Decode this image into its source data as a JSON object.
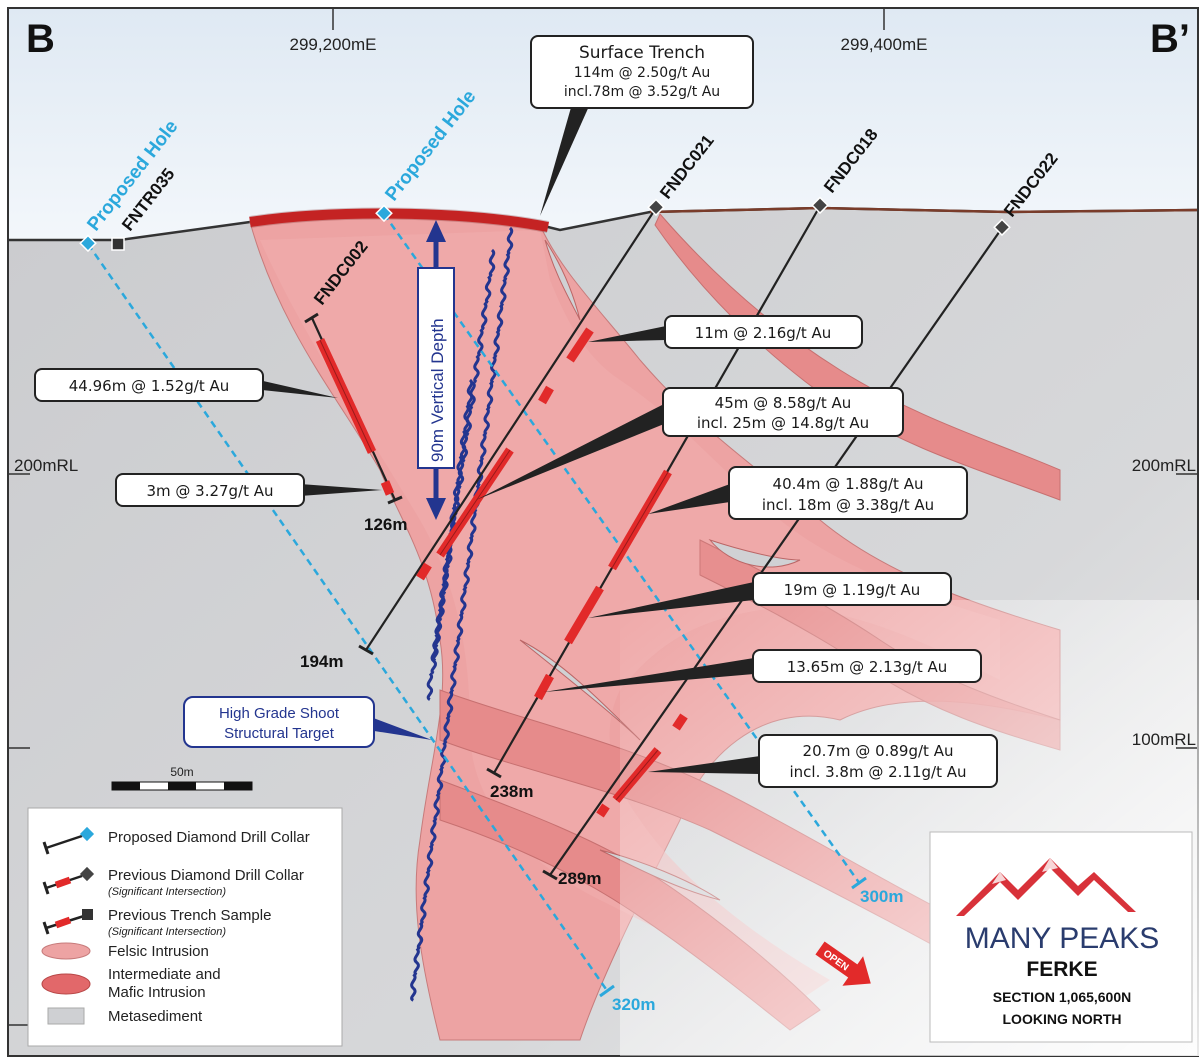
{
  "section": {
    "left_label": "B",
    "right_label": "B’"
  },
  "eastings": [
    "299,200mE",
    "299,400mE"
  ],
  "levels": {
    "rl200_left": "200mRL",
    "rl200_right": "200mRL",
    "rl100_right": "100mRL"
  },
  "surface_trench": {
    "title": "Surface Trench",
    "line1": "114m @ 2.50g/t Au",
    "line2": "incl.78m @ 3.52g/t Au"
  },
  "holes": {
    "proposed1": "Proposed Hole",
    "proposed2": "Proposed Hole",
    "fntr035": "FNTR035",
    "fndc002": "FNDC002",
    "fndc021": "FNDC021",
    "fndc018": "FNDC018",
    "fndc022": "FNDC022"
  },
  "depths": {
    "d126": "126m",
    "d194": "194m",
    "d238": "238m",
    "d289": "289m",
    "d300": "300m",
    "d320": "320m"
  },
  "vertical_depth": "90m Vertical Depth",
  "intercepts": {
    "i1": "44.96m @ 1.52g/t Au",
    "i2": "3m @ 3.27g/t Au",
    "i3": "11m @ 2.16g/t Au",
    "i4a": "45m @ 8.58g/t Au",
    "i4b": "incl. 25m @ 14.8g/t Au",
    "i5a": "40.4m @ 1.88g/t Au",
    "i5b": "incl. 18m @ 3.38g/t Au",
    "i6": "19m @ 1.19g/t Au",
    "i7": "13.65m @ 2.13g/t Au",
    "i8a": "20.7m @ 0.89g/t Au",
    "i8b": "incl. 3.8m @ 2.11g/t Au"
  },
  "target": {
    "line1": "High Grade Shoot",
    "line2": "Structural Target"
  },
  "scale_bar": "50m",
  "open_label": "OPEN",
  "legend": {
    "proposed_collar": "Proposed Diamond Drill Collar",
    "previous_collar": "Previous Diamond Drill Collar",
    "previous_collar_sub": "(Significant Intersection)",
    "trench_sample": "Previous Trench Sample",
    "trench_sample_sub": "(Significant Intersection)",
    "felsic": "Felsic Intrusion",
    "mafic1": "Intermediate and",
    "mafic2": "Mafic Intrusion",
    "metasediment": "Metasediment"
  },
  "logo": {
    "company": "MANY PEAKS",
    "project": "FERKE",
    "section": "SECTION 1,065,600N",
    "direction": "LOOKING NORTH"
  },
  "colors": {
    "sediment": "#cfd0d3",
    "sky": "#e9f2f8",
    "felsic": "#eda3a3",
    "mafic": "#e68b8b",
    "intercept_red": "#e22a2a",
    "proposed_blue": "#2ba8dc",
    "shoot_blue": "#23358f",
    "logo_red": "#d8323a",
    "logo_navy": "#2a3c6e"
  }
}
